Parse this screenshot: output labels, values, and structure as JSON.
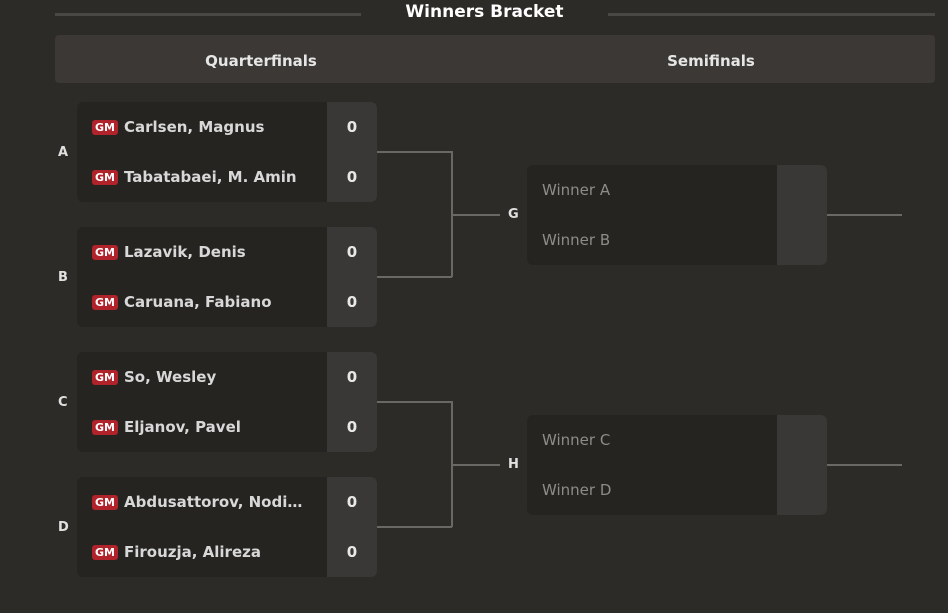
{
  "title": "Winners Bracket",
  "rounds": [
    "Quarterfinals",
    "Semifinals"
  ],
  "colors": {
    "badge": "#b0232a",
    "background": "#2d2b28"
  },
  "quarterfinals": [
    {
      "label": "A",
      "players": [
        {
          "title": "GM",
          "name": "Carlsen, Magnus",
          "score": "0"
        },
        {
          "title": "GM",
          "name": "Tabatabaei, M. Amin",
          "score": "0"
        }
      ]
    },
    {
      "label": "B",
      "players": [
        {
          "title": "GM",
          "name": "Lazavik, Denis",
          "score": "0"
        },
        {
          "title": "GM",
          "name": "Caruana, Fabiano",
          "score": "0"
        }
      ]
    },
    {
      "label": "C",
      "players": [
        {
          "title": "GM",
          "name": "So, Wesley",
          "score": "0"
        },
        {
          "title": "GM",
          "name": "Eljanov, Pavel",
          "score": "0"
        }
      ]
    },
    {
      "label": "D",
      "players": [
        {
          "title": "GM",
          "name": "Abdusattorov, Nodirbek",
          "score": "0"
        },
        {
          "title": "GM",
          "name": "Firouzja, Alireza",
          "score": "0"
        }
      ]
    }
  ],
  "semifinals": [
    {
      "label": "G",
      "players": [
        "Winner A",
        "Winner B"
      ]
    },
    {
      "label": "H",
      "players": [
        "Winner C",
        "Winner D"
      ]
    }
  ]
}
